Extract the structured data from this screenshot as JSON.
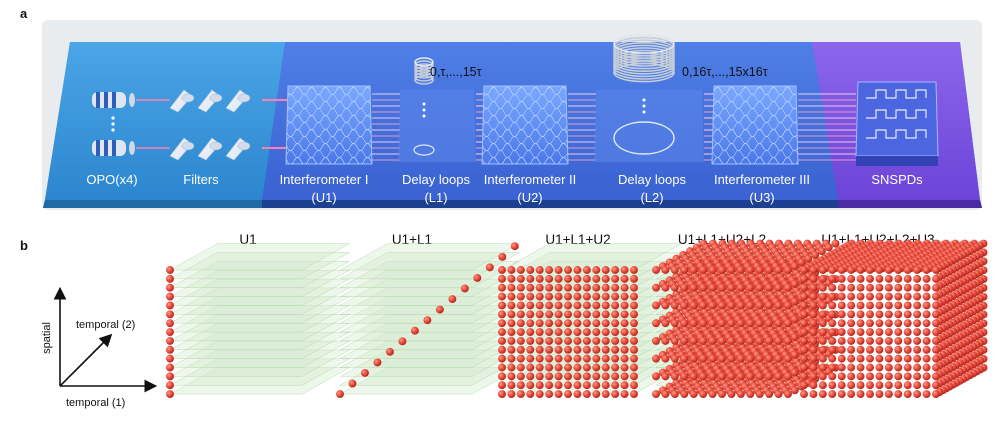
{
  "panels": {
    "a": "a",
    "b": "b"
  },
  "setup": {
    "sections": [
      {
        "label": "OPO(x4)"
      },
      {
        "label": "Filters"
      },
      {
        "label": "Interferometer I",
        "sub": "(U1)"
      },
      {
        "label": "Delay loops",
        "sub": "(L1)"
      },
      {
        "label": "Interferometer II",
        "sub": "(U2)"
      },
      {
        "label": "Delay loops",
        "sub": "(L2)"
      },
      {
        "label": "Interferometer III",
        "sub": "(U3)"
      },
      {
        "label": "SNSPDs"
      }
    ],
    "delay1": "0,τ,...,15τ",
    "delay2": "0,16τ,...,15x16τ"
  },
  "axes": {
    "vertical": "spatial",
    "diagonal": "temporal (2)",
    "horizontal": "temporal (1)"
  },
  "stages": [
    {
      "title": "U1",
      "fill": "line"
    },
    {
      "title": "U1+L1",
      "fill": "diagonal"
    },
    {
      "title": "U1+L1+U2",
      "fill": "front"
    },
    {
      "title": "U1+L1+U2+L2",
      "fill": "layers"
    },
    {
      "title": "U1+L1+U2+L2+U3",
      "fill": "full"
    }
  ],
  "colors": {
    "blue_left": "#2f8ed6",
    "blue_mid": "#3a6fd8",
    "purple": "#7a52e0",
    "sphere": "#e8473a",
    "plane": "#cfe9c9"
  }
}
